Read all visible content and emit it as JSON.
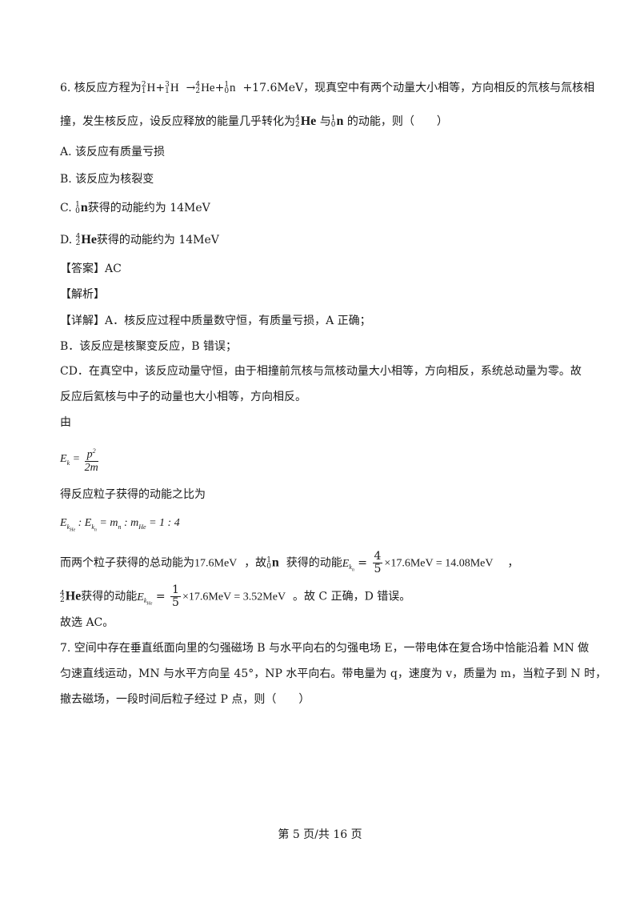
{
  "q6": {
    "line1_prefix": "6. 核反应方程为",
    "line1_energy": "+17.6MeV，现真空中有两个动量大小相等，方向相反的氘核与氚核相",
    "line2_a": "撞，发生核反应，设反应释放的能量几乎转化为",
    "line2_mid": "与",
    "line2_b": "的动能，则（　　）",
    "optA": "A. 该反应有质量亏损",
    "optB": "B. 该反应为核裂变",
    "optC_prefix": "C.",
    "optC_text": "获得的动能约为  14MeV",
    "optD_prefix": "D.",
    "optD_text": "获得的动能约为  14MeV"
  },
  "answer": {
    "tag": "【答案】",
    "value": "AC"
  },
  "analysis_tag": "【解析】",
  "detail": {
    "tag": "【详解】",
    "a": "A．核反应过程中质量数守恒，有质量亏损，A 正确；",
    "b": "B．该反应是核聚变反应，B 错误；",
    "cd1": "CD．在真空中，该反应动量守恒，由于相撞前氘核与氚核动量大小相等，方向相反，系统总动量为零。故",
    "cd2": "反应后氦核与中子的动量也大小相等，方向相反。",
    "from": "由",
    "ratio_intro": "得反应粒子获得的动能之比为",
    "total_a": "而两个粒子获得的总动能为",
    "total_val": "17.6MeV",
    "total_b": "，故",
    "total_c": "获得的动能",
    "en_result": "×17.6MeV = 14.08MeV",
    "he_a": "获得的动能",
    "he_result": "×17.6MeV = 3.52MeV",
    "he_b": "。故 C 正确，D 错误。",
    "choose": "故选 AC。"
  },
  "q7": {
    "line1": "7. 空间中存在垂直纸面向里的匀强磁场  B 与水平向右的匀强电场  E，一带电体在复合场中恰能沿着  MN 做",
    "line2": "匀速直线运动，MN 与水平方向呈  45°，NP 水平向右。带电量为  q，速度为  v，质量为  m，当粒子到  N 时，",
    "line3": "撤去磁场，一段时间后粒子经过  P 点，则（　　）"
  },
  "footer": "第  5 页/共  16 页"
}
